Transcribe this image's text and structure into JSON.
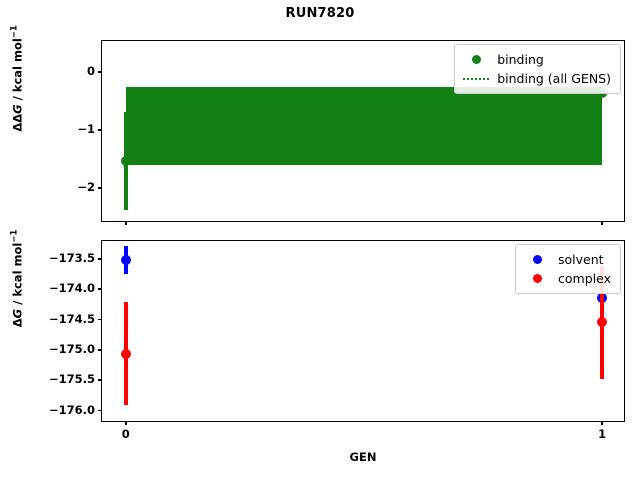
{
  "figure": {
    "title": "RUN7820",
    "xlabel": "GEN",
    "colors": {
      "binding": "#128012",
      "solvent": "#0000ff",
      "complex": "#ff0000",
      "frame": "#000000",
      "background": "#ffffff"
    }
  },
  "top_panel": {
    "ylabel_html": "&Delta;&Delta;<i>G</i> / kcal mol",
    "ylabel_sup": "−1",
    "yticks": [
      "0",
      "−1",
      "−2"
    ],
    "legend": [
      {
        "label": "binding",
        "marker": "dot",
        "color": "#128012"
      },
      {
        "label": "binding (all GENS)",
        "marker": "dotted-line",
        "color": "#128012"
      }
    ]
  },
  "bottom_panel": {
    "ylabel_html": "&Delta;<i>G</i> / kcal mol",
    "ylabel_sup": "−1",
    "yticks": [
      "−173.5",
      "−174.0",
      "−174.5",
      "−175.0",
      "−175.5",
      "−176.0"
    ],
    "xticks": [
      "0",
      "1"
    ],
    "legend": [
      {
        "label": "solvent",
        "marker": "dot",
        "color": "#0000ff"
      },
      {
        "label": "complex",
        "marker": "dot",
        "color": "#ff0000"
      }
    ]
  },
  "chart_data": [
    {
      "type": "scatter",
      "panel": "top",
      "title": "RUN7820",
      "xlabel": "GEN",
      "ylabel": "ΔΔG / kcal mol⁻¹",
      "xlim": [
        -0.05,
        1.05
      ],
      "ylim": [
        -2.62,
        0.52
      ],
      "yticks": [
        0,
        -1,
        -2
      ],
      "xticks": [
        0,
        1
      ],
      "grid": false,
      "legend_position": "upper right",
      "series": [
        {
          "name": "binding",
          "color": "#128012",
          "marker": "o",
          "x": [
            0,
            1
          ],
          "y": [
            -1.55,
            -0.38
          ],
          "yerr": [
            0.85,
            0.06
          ]
        },
        {
          "name": "binding (all GENS)",
          "color": "#128012",
          "linestyle": "dotted",
          "description": "dense band of per-GEN dotted traces spanning the full x-range",
          "band_top": -0.28,
          "band_bottom": -1.62
        }
      ]
    },
    {
      "type": "scatter",
      "panel": "bottom",
      "xlabel": "GEN",
      "ylabel": "ΔG / kcal mol⁻¹",
      "xlim": [
        -0.05,
        1.05
      ],
      "ylim": [
        -176.22,
        -173.22
      ],
      "yticks": [
        -173.5,
        -174.0,
        -174.5,
        -175.0,
        -175.5,
        -176.0
      ],
      "xticks": [
        0,
        1
      ],
      "grid": false,
      "legend_position": "upper right",
      "series": [
        {
          "name": "solvent",
          "color": "#0000ff",
          "marker": "o",
          "x": [
            0,
            1
          ],
          "y": [
            -173.53,
            -174.16
          ],
          "yerr": [
            0.23,
            0.11
          ]
        },
        {
          "name": "complex",
          "color": "#ff0000",
          "marker": "o",
          "x": [
            0,
            1
          ],
          "y": [
            -175.08,
            -174.56
          ],
          "yerr": [
            0.85,
            0.93
          ]
        }
      ]
    }
  ]
}
